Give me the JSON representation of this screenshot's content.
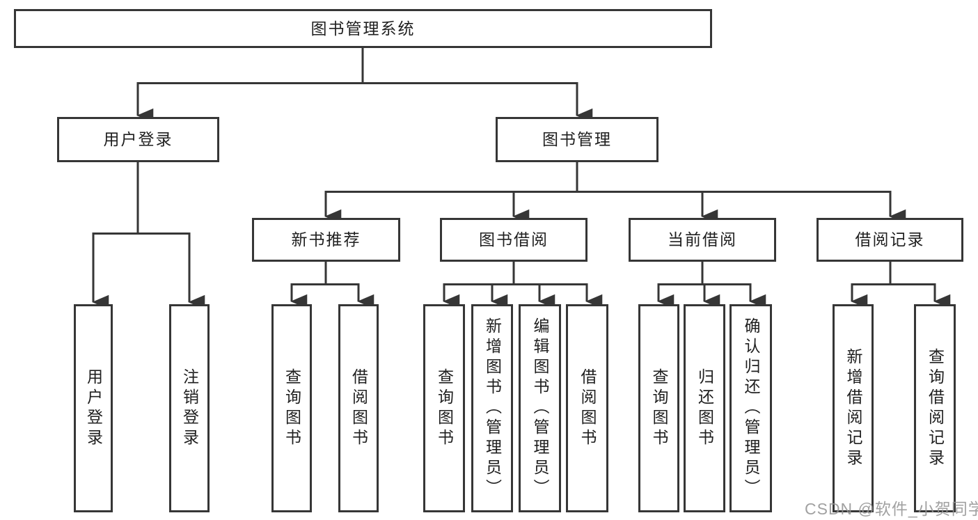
{
  "tree": {
    "label": "图书管理系统",
    "children": [
      {
        "label": "用户登录",
        "children": [
          {
            "label": "用户登录"
          },
          {
            "label": "注销登录"
          }
        ]
      },
      {
        "label": "图书管理",
        "children": [
          {
            "label": "新书推荐",
            "children": [
              {
                "label": "查询图书"
              },
              {
                "label": "借阅图书"
              }
            ]
          },
          {
            "label": "图书借阅",
            "children": [
              {
                "label": "查询图书"
              },
              {
                "label": "新增图书（管理员）"
              },
              {
                "label": "编辑图书（管理员）"
              },
              {
                "label": "借阅图书"
              }
            ]
          },
          {
            "label": "当前借阅",
            "children": [
              {
                "label": "查询图书"
              },
              {
                "label": "归还图书"
              },
              {
                "label": "确认归还（管理员）"
              }
            ]
          },
          {
            "label": "借阅记录",
            "children": [
              {
                "label": "新增借阅记录"
              },
              {
                "label": "查询借阅记录"
              }
            ]
          }
        ]
      }
    ]
  },
  "watermark": {
    "text": "CSDN @软件_小贺同学"
  },
  "colors": {
    "line": "#363636",
    "box_border": "#363636",
    "box_fill": "#ffffff",
    "text": "#1f1f1f",
    "watermark": "#949494",
    "background": "#ffffff"
  }
}
